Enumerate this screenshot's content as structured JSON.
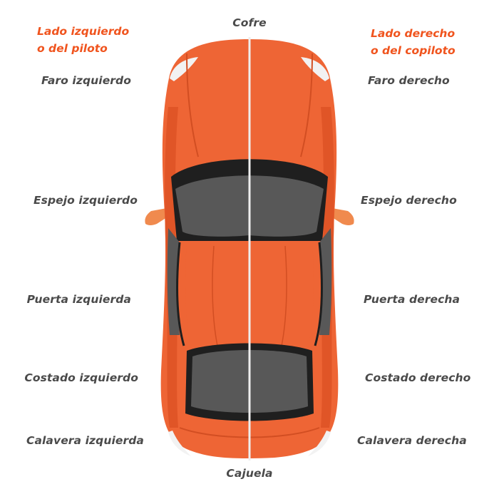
{
  "colors": {
    "body": "#ee6535",
    "body_shade": "#e05527",
    "body_dark": "#c9461c",
    "glass": "#585858",
    "trim": "#1f1f1f",
    "divider": "#eeeeee",
    "label_text": "#4a4a4a",
    "side_title": "#f0541e"
  },
  "side_titles": {
    "left_line1": "Lado izquierdo",
    "left_line2": "o del piloto",
    "right_line1": "Lado derecho",
    "right_line2": "o del copiloto"
  },
  "labels": {
    "hood": "Cofre",
    "trunk": "Cajuela",
    "left_headlight": "Faro izquierdo",
    "right_headlight": "Faro derecho",
    "left_mirror": "Espejo izquierdo",
    "right_mirror": "Espejo derecho",
    "left_door": "Puerta izquierda",
    "right_door": "Puerta derecha",
    "left_side": "Costado izquierdo",
    "right_side": "Costado derecho",
    "left_taillight": "Calavera izquierda",
    "right_taillight": "Calavera derecha"
  }
}
